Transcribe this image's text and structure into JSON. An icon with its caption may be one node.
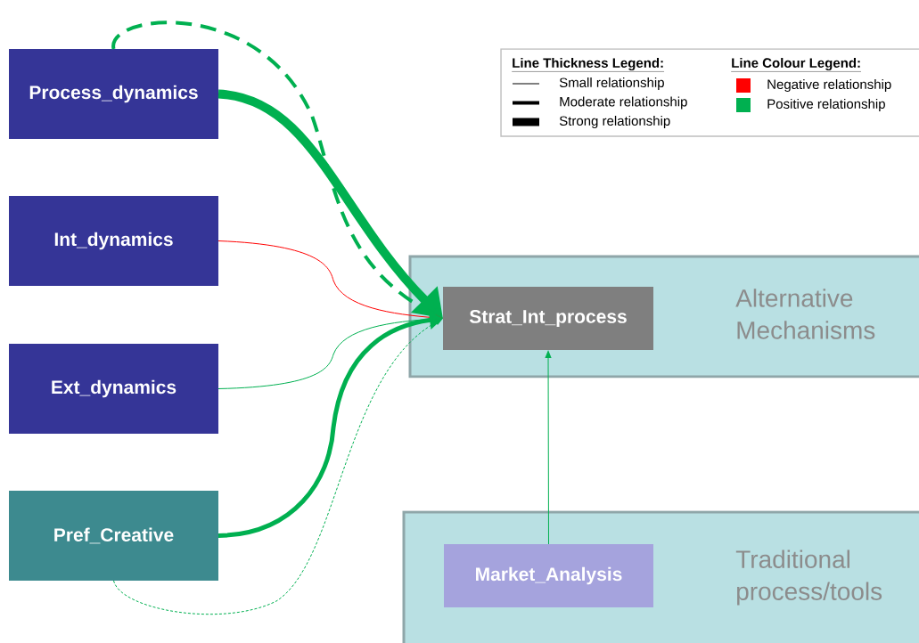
{
  "diagram": {
    "nodes": [
      {
        "text": [
          "Process_dynamics"
        ]
      },
      {
        "text": [
          "Int_dynamics"
        ]
      },
      {
        "text": [
          "Ext_dynamics"
        ]
      },
      {
        "text": [
          "Pref_Creative"
        ]
      },
      {
        "text": [
          "Alternative Mechanisms"
        ]
      },
      {
        "text": [
          "Strat_Int_process"
        ],
        "in": 4
      },
      {
        "text": [
          "Traditional process/tools"
        ]
      },
      {
        "text": [
          "Market_Analysis"
        ],
        "in": 6
      }
    ],
    "edges": [
      {
        "from": 0,
        "to": 5,
        "arrow": "to",
        "style": "thick"
      },
      {
        "from": 0,
        "to": 5,
        "arrow": "to",
        "style": "dashed"
      },
      {
        "from": 1,
        "to": 5,
        "arrow": "to",
        "color": "#ff0000"
      },
      {
        "from": 2,
        "to": 5,
        "arrow": "to"
      },
      {
        "from": 3,
        "to": 5,
        "arrow": "to",
        "style": "thick"
      },
      {
        "from": 3,
        "to": 5,
        "arrow": "to",
        "style": "dashed"
      },
      {
        "from": 7,
        "to": 5,
        "arrow": "to"
      }
    ],
    "labels": [
      "Line Thickness Legend:",
      "Line Colour Legend:"
    ],
    "legend": [
      {
        "text": "Small relationship"
      },
      {
        "text": "Moderate relationship"
      },
      {
        "text": "Strong relationship"
      },
      {
        "text": "Negative relationship",
        "color": "#ff0000"
      },
      {
        "text": "Positive relationship",
        "color": "#00b050"
      }
    ]
  }
}
